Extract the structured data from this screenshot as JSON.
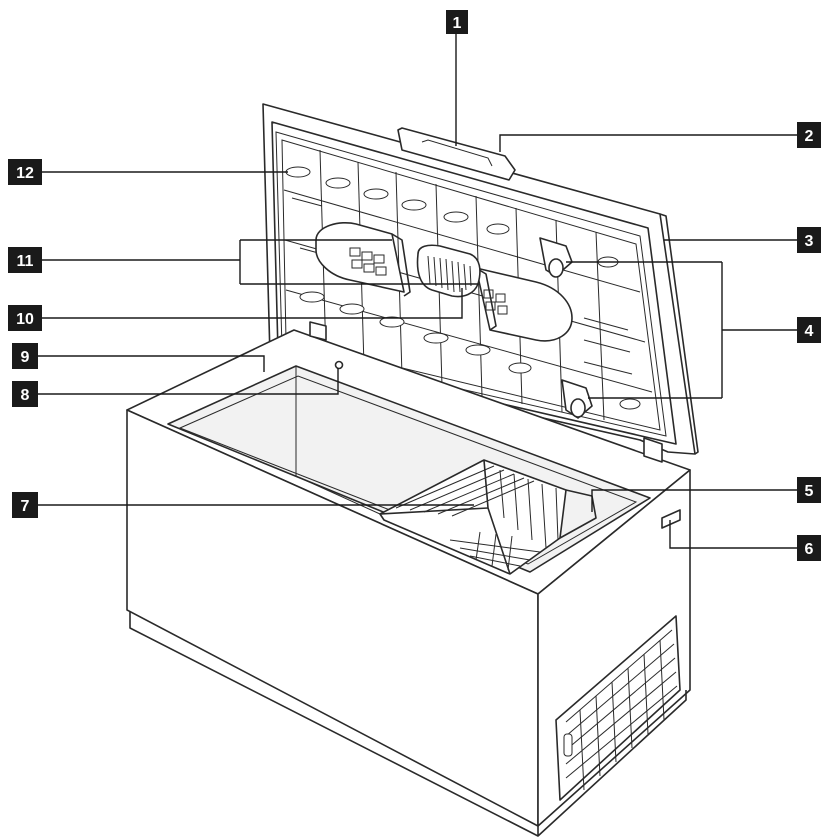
{
  "diagram": {
    "callouts": [
      {
        "id": "1",
        "label": "1"
      },
      {
        "id": "2",
        "label": "2"
      },
      {
        "id": "3",
        "label": "3"
      },
      {
        "id": "4",
        "label": "4"
      },
      {
        "id": "5",
        "label": "5"
      },
      {
        "id": "6",
        "label": "6"
      },
      {
        "id": "7",
        "label": "7"
      },
      {
        "id": "8",
        "label": "8"
      },
      {
        "id": "9",
        "label": "9"
      },
      {
        "id": "10",
        "label": "10"
      },
      {
        "id": "11",
        "label": "11"
      },
      {
        "id": "12",
        "label": "12"
      }
    ],
    "colors": {
      "callout_box": "#1a1a1a",
      "callout_text": "#ffffff",
      "line": "#2a2a2a",
      "background": "#ffffff"
    }
  }
}
